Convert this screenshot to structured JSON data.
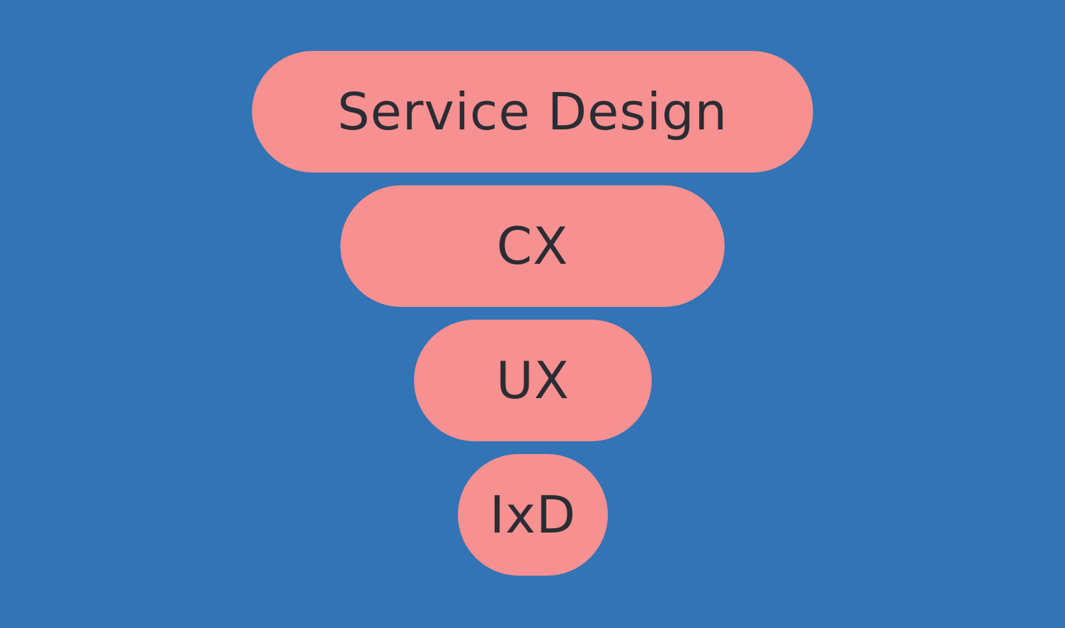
{
  "diagram": {
    "layers": [
      {
        "label": "Service Design"
      },
      {
        "label": "CX"
      },
      {
        "label": "UX"
      },
      {
        "label": "IxD"
      }
    ]
  },
  "colors": {
    "background": "#3274b5",
    "pill_fill": "#f79090",
    "text": "#2a2d33"
  }
}
